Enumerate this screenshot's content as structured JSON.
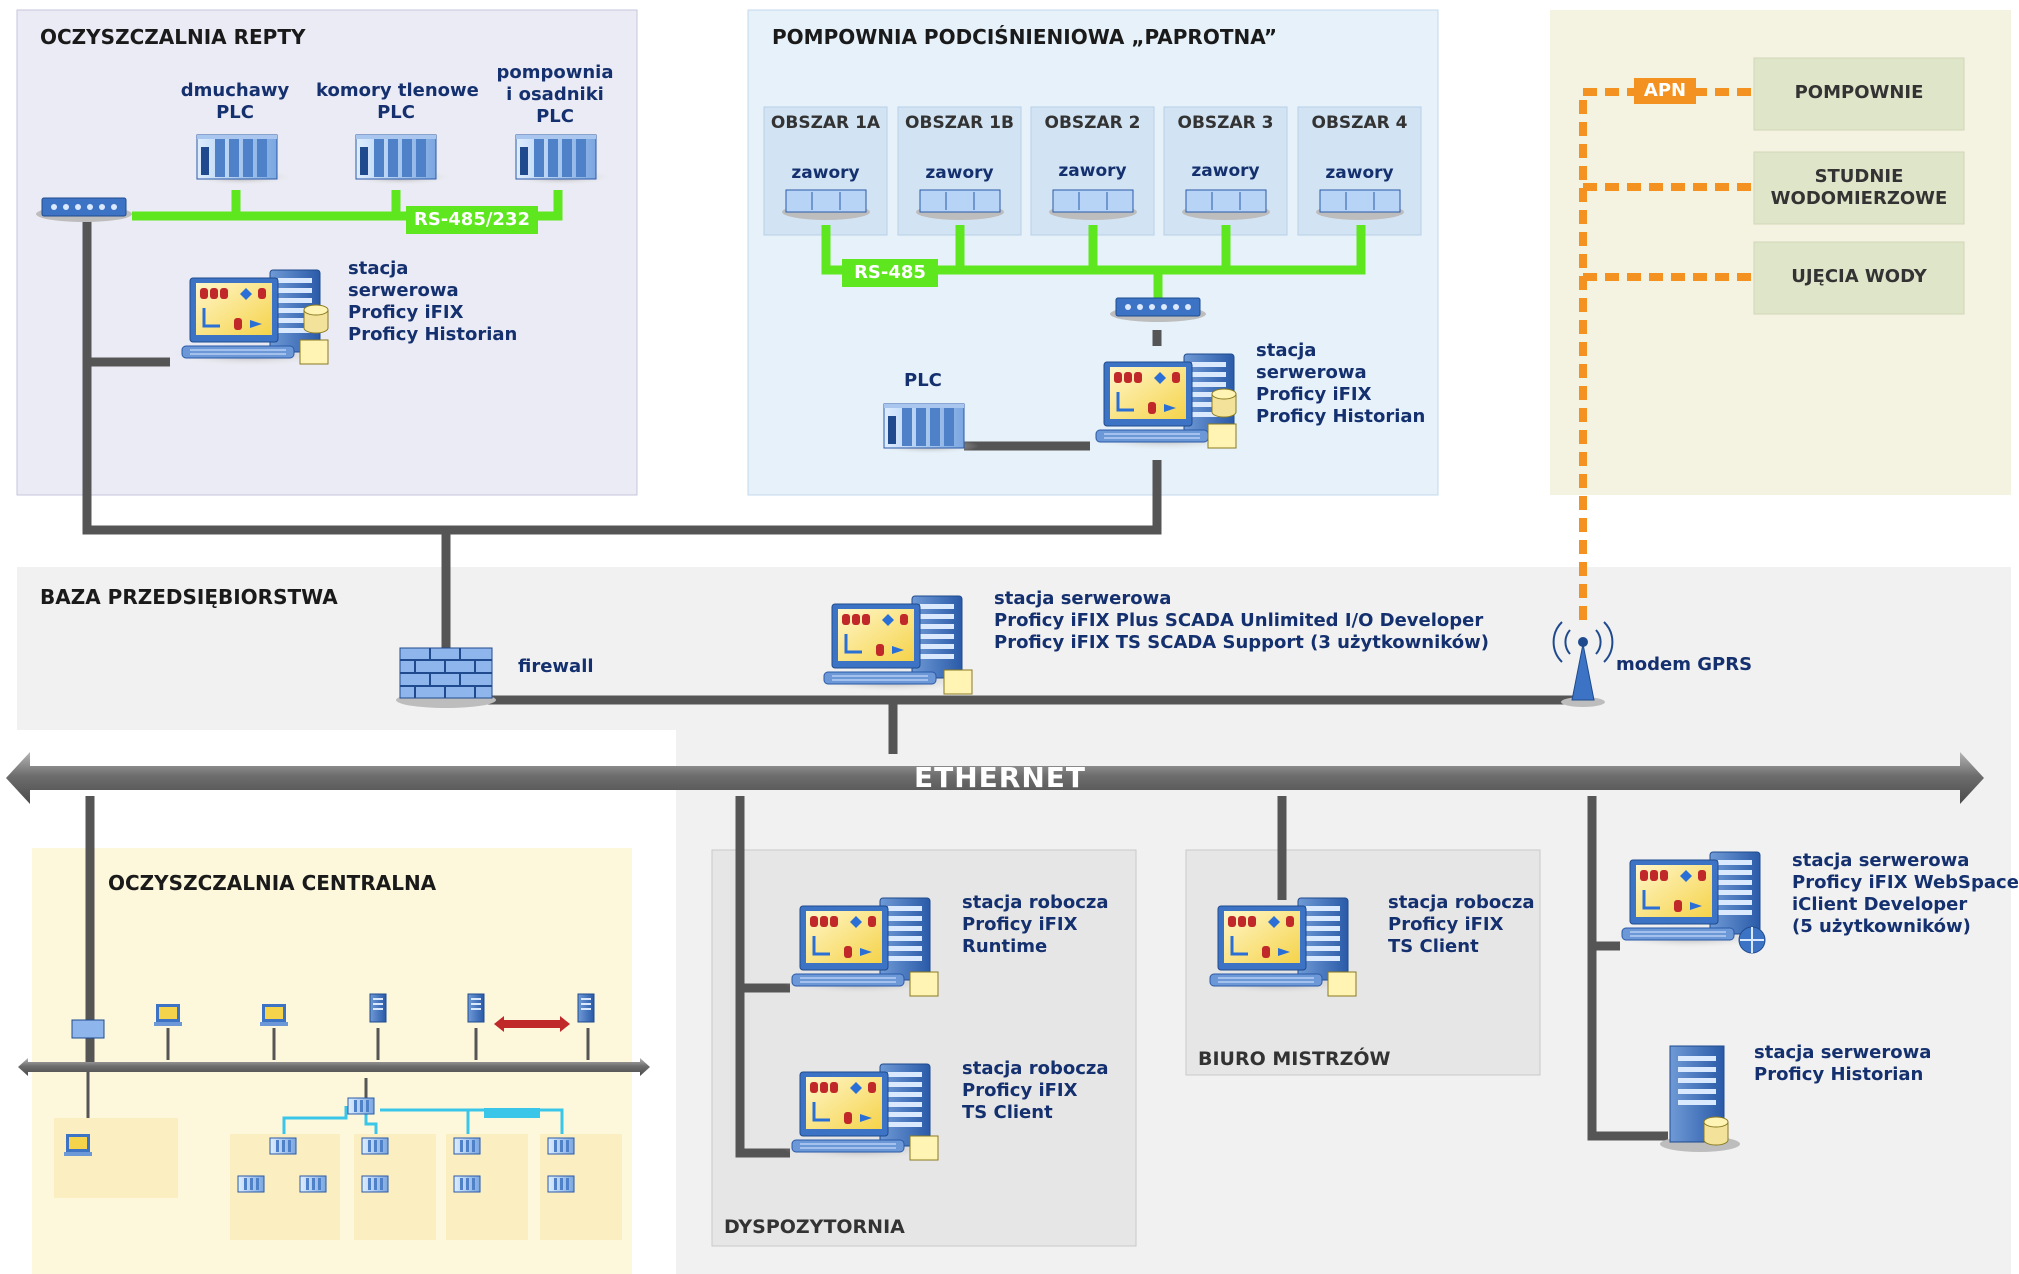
{
  "zones": {
    "repty": {
      "title": "OCZYSZCZALNIA REPTY"
    },
    "paprotna": {
      "title": "POMPOWNIA PODCIŚNIENIOWA „PAPROTNA”"
    },
    "baza": {
      "title": "BAZA PRZEDSIĘBIORSTWA"
    },
    "centralna": {
      "title": "OCZYSZCZALNIA CENTRALNA"
    },
    "dyspozytornia": {
      "title": "DYSPOZYTORNIA"
    },
    "biuro": {
      "title": "BIURO MISTRZÓW"
    }
  },
  "repty": {
    "plc1": "dmuchawy\nPLC",
    "plc2": "komory tlenowe\nPLC",
    "plc3": "pompownia\ni osadniki\nPLC",
    "bus": "RS-485/232",
    "server": "stacja\nserwerowa\nProficy iFIX\nProficy Historian"
  },
  "paprotna": {
    "areas": [
      {
        "name": "OBSZAR 1A",
        "valves": "zawory"
      },
      {
        "name": "OBSZAR 1B",
        "valves": "zawory"
      },
      {
        "name": "OBSZAR 2",
        "valves": "zawory"
      },
      {
        "name": "OBSZAR 3",
        "valves": "zawory"
      },
      {
        "name": "OBSZAR 4",
        "valves": "zawory"
      }
    ],
    "bus": "RS-485",
    "plc": "PLC",
    "server": "stacja\nserwerowa\nProficy iFIX\nProficy Historian"
  },
  "remote": {
    "apn": "APN",
    "sites": [
      "POMPOWNIE",
      "STUDNIE\nWODOMIERZOWE",
      "UJĘCIA WODY"
    ]
  },
  "baza": {
    "firewall": "firewall",
    "server": "stacja serwerowa\nProficy iFIX Plus SCADA Unlimited I/O Developer\nProficy iFIX TS SCADA Support (3 użytkowników)",
    "modem": "modem GPRS"
  },
  "ethernet": "ETHERNET",
  "dyspozytornia": {
    "ws1": "stacja robocza\nProficy iFIX\nRuntime",
    "ws2": "stacja robocza\nProficy iFIX\nTS Client"
  },
  "biuro": {
    "ws": "stacja robocza\nProficy iFIX\nTS Client"
  },
  "web_server": "stacja serwerowa\nProficy iFIX WebSpace\niClient Developer\n(5 użytkowników)",
  "historian_server": "stacja serwerowa\nProficy Historian",
  "colors": {
    "bus_green": "#5ee61e",
    "apn_orange": "#f39220",
    "net_grey": "#555555",
    "cyan": "#39c6e8",
    "label_navy": "#14306e"
  }
}
